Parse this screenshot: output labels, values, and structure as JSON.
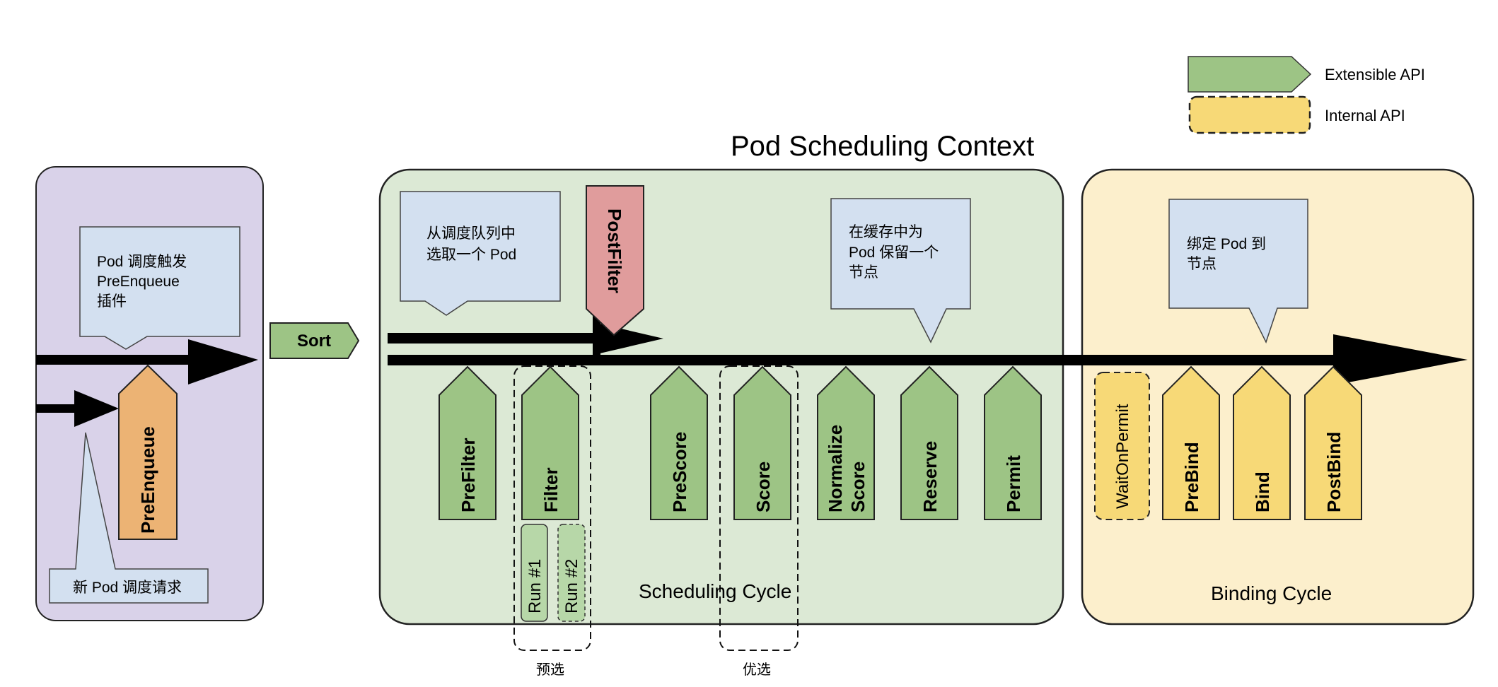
{
  "title": "Pod Scheduling Context",
  "legend": {
    "extensible_label": "Extensible API",
    "internal_label": "Internal API"
  },
  "colors": {
    "extensible_green": "#9dc485",
    "internal_yellow": "#f7d977",
    "postfilter_red": "#e09c9c",
    "preenqueue_orange": "#ecb374",
    "queue_panel": "#d9d2e9",
    "scheduling_panel": "#dce9d5",
    "binding_panel": "#fcefcc",
    "callout": "#d3e0f0",
    "run_box": "#b7d7a8"
  },
  "queue_panel": {
    "callout_top": [
      "Pod 调度触发",
      "PreEnqueue",
      "插件"
    ],
    "callout_bottom": "新 Pod 调度请求",
    "plugin": "PreEnqueue"
  },
  "sort": "Sort",
  "scheduling_cycle": {
    "label": "Scheduling Cycle",
    "callout_select": [
      "从调度队列中",
      "选取一个 Pod"
    ],
    "callout_reserve": [
      "在缓存中为",
      "Pod 保留一个",
      "节点"
    ],
    "postfilter": "PostFilter",
    "plugins": [
      "PreFilter",
      "Filter",
      "PreScore",
      "Score",
      "Normalize Score",
      "Reserve",
      "Permit"
    ],
    "runs": [
      "Run #1",
      "Run #2"
    ],
    "group_filter_label": "预选",
    "group_score_label": "优选"
  },
  "binding_cycle": {
    "label": "Binding Cycle",
    "callout_bind": [
      "绑定 Pod 到",
      "节点"
    ],
    "internal_plugin": "WaitOnPermit",
    "plugins": [
      "PreBind",
      "Bind",
      "PostBind"
    ]
  }
}
